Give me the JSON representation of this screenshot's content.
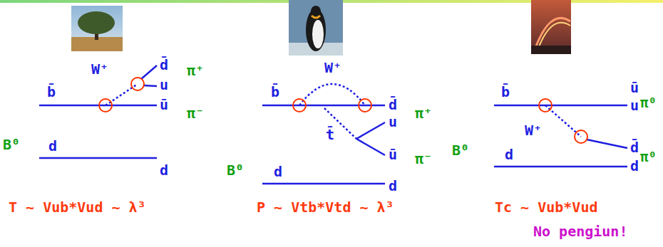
{
  "diagram": {
    "labels": [
      "b̄",
      "W⁺",
      "d̄",
      "u",
      "ū",
      "π⁺",
      "π⁻",
      "B⁰",
      "d",
      "d",
      "T ~ Vub*Vud ~ λ³",
      "b̄",
      "W⁺",
      "d̄",
      "u",
      "π⁺",
      "B⁰",
      "t̄",
      "d",
      "ū",
      "π⁻",
      "d",
      "P ~ Vtb*Vtd ~ λ³",
      "b̄",
      "ū",
      "u",
      "π⁰",
      "W⁺",
      "B⁰",
      "d",
      "d̄",
      "d",
      "π⁰",
      "Tc ~ Vub*Vud",
      "No pengiun!"
    ]
  }
}
